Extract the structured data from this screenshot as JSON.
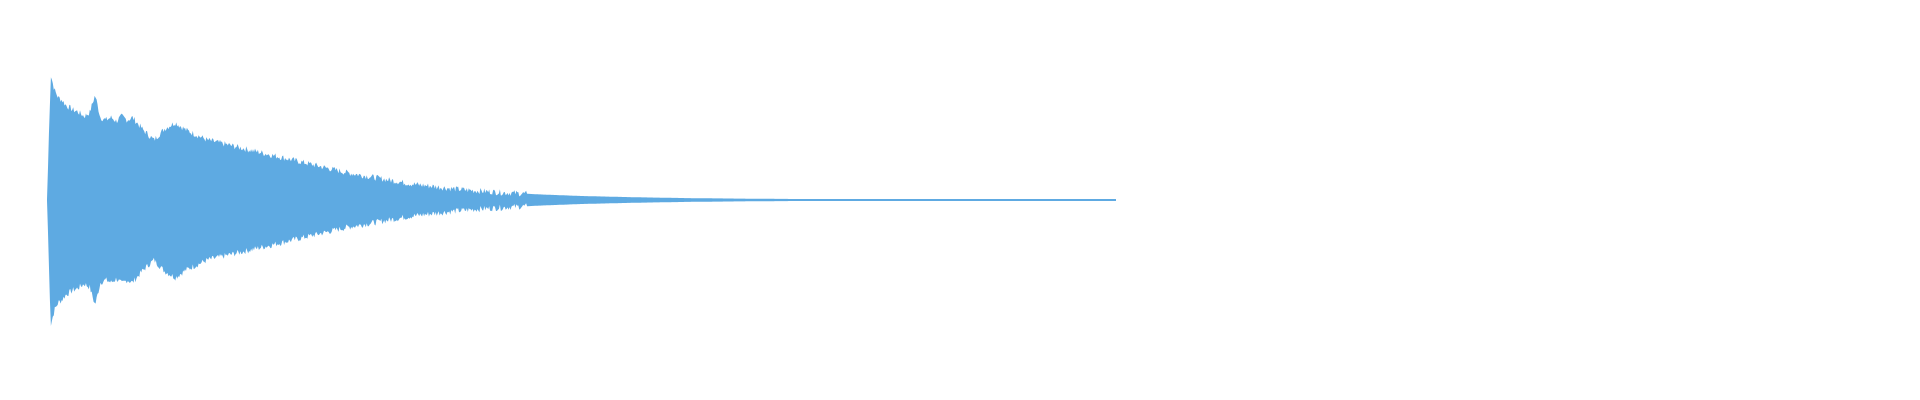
{
  "waveform": {
    "color": "#5eaae2",
    "background": "#ffffff",
    "envelope_t": [
      0.0,
      0.0035,
      0.007,
      0.0105,
      0.014,
      0.0175,
      0.021,
      0.0245,
      0.028,
      0.0315,
      0.035,
      0.04,
      0.045,
      0.05,
      0.055,
      0.06,
      0.065,
      0.07,
      0.075,
      0.08,
      0.085,
      0.09,
      0.095,
      0.1,
      0.11,
      0.12,
      0.13,
      0.14,
      0.15,
      0.16,
      0.17,
      0.18,
      0.19,
      0.2,
      0.22,
      0.24,
      0.26,
      0.28,
      0.3,
      0.32,
      0.34,
      0.36,
      0.38,
      0.4,
      0.43,
      0.46,
      0.5,
      0.55,
      0.6,
      0.65,
      0.7,
      0.75,
      0.8,
      0.85,
      0.9,
      0.95,
      1.0
    ],
    "envelope_amp": [
      0.0,
      1.0,
      0.88,
      0.82,
      0.8,
      0.76,
      0.74,
      0.72,
      0.71,
      0.69,
      0.67,
      0.7,
      0.84,
      0.66,
      0.64,
      0.66,
      0.63,
      0.67,
      0.64,
      0.66,
      0.61,
      0.56,
      0.52,
      0.48,
      0.57,
      0.62,
      0.56,
      0.52,
      0.48,
      0.46,
      0.44,
      0.42,
      0.4,
      0.38,
      0.34,
      0.3,
      0.26,
      0.22,
      0.19,
      0.16,
      0.13,
      0.11,
      0.09,
      0.075,
      0.058,
      0.045,
      0.032,
      0.022,
      0.015,
      0.011,
      0.008,
      0.006,
      0.005,
      0.004,
      0.003,
      0.002,
      0.0
    ]
  }
}
